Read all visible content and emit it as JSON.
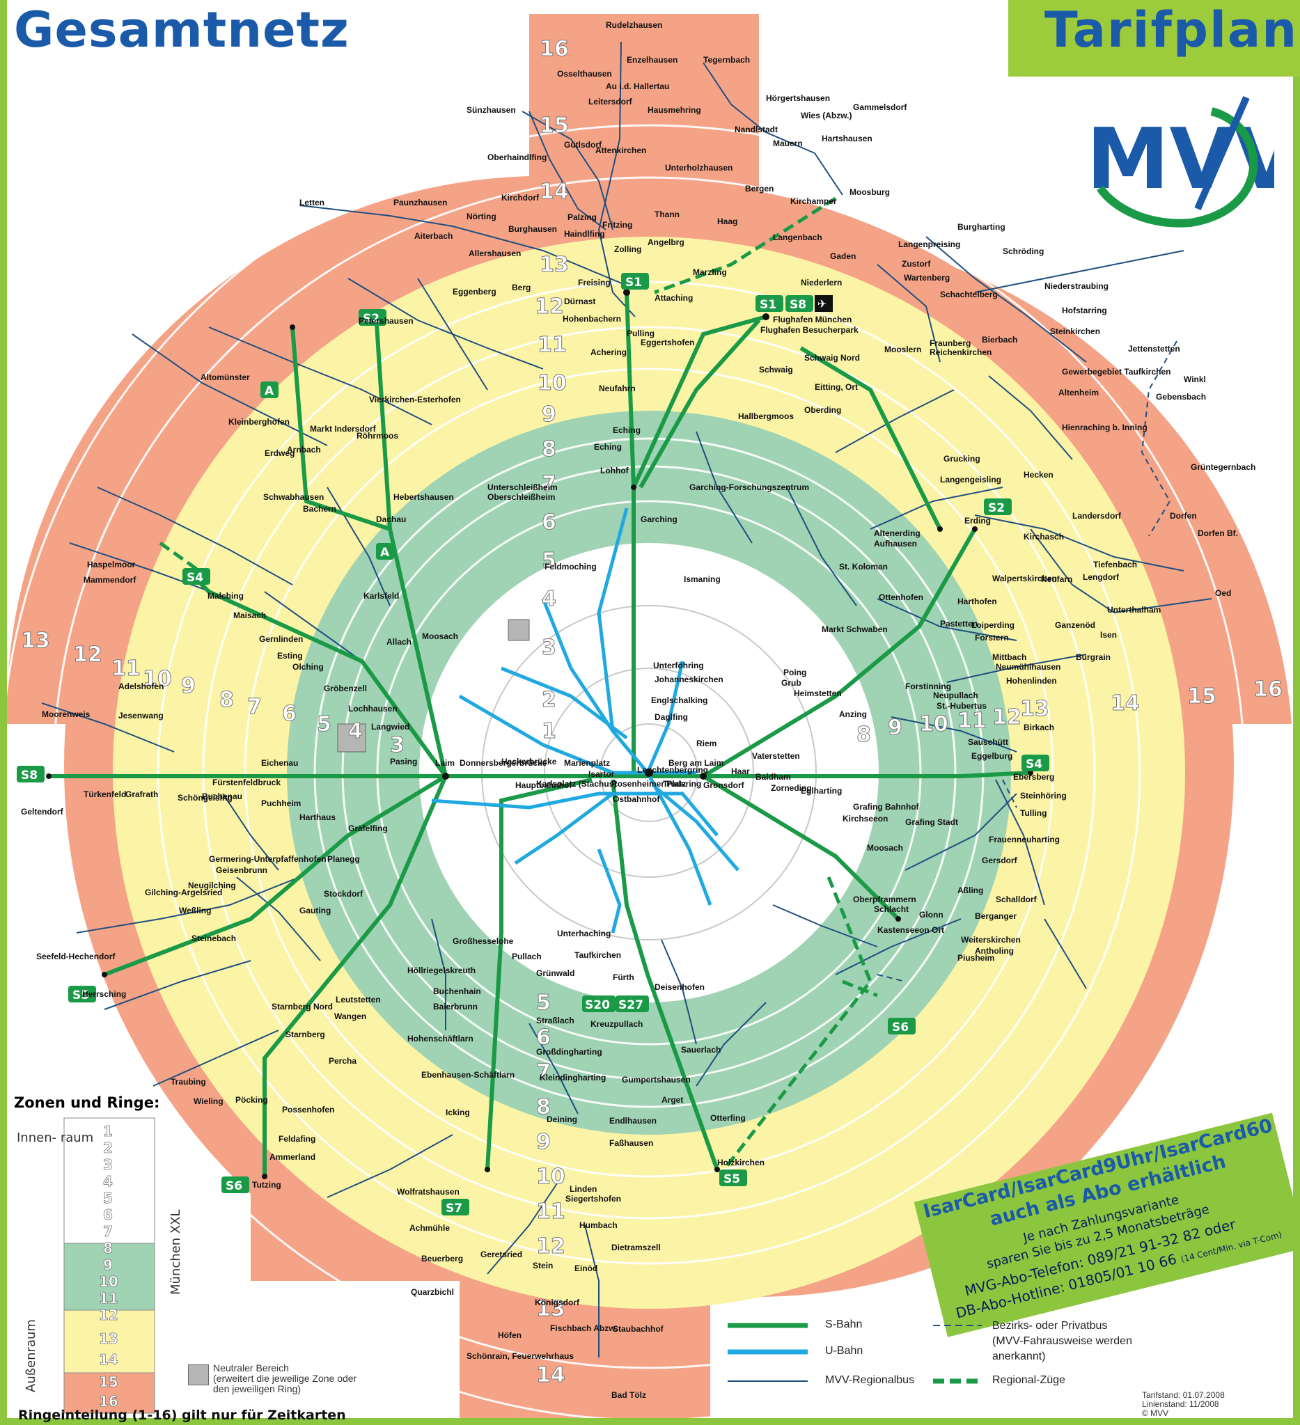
{
  "header": {
    "title_left": "Gesamtnetz",
    "title_right": "Tarifplan",
    "logo_text": "MVV"
  },
  "colors": {
    "ring_outer": "#f4a386",
    "ring_yellow": "#fbf4a6",
    "ring_green": "#9fd3b3",
    "ring_inner": "#ffffff",
    "sbahn": "#1a9a47",
    "ubahn": "#20a8e0",
    "bus": "#1f4f7f",
    "frame": "#8cc63f",
    "brand_blue": "#1a5aa8"
  },
  "zones": {
    "labels_east": [
      "13",
      "14",
      "15",
      "16"
    ],
    "labels_west": [
      "13",
      "12",
      "11",
      "10",
      "9",
      "8",
      "7",
      "6",
      "5",
      "4",
      "3"
    ],
    "labels_north": [
      "16",
      "15",
      "14",
      "13",
      "12",
      "11",
      "10",
      "9",
      "8",
      "7",
      "6",
      "5",
      "4",
      "3",
      "2",
      "1"
    ],
    "labels_east_inner": [
      "8",
      "9",
      "10",
      "11",
      "12"
    ],
    "labels_south": [
      "5",
      "6",
      "7",
      "8",
      "9",
      "10",
      "11",
      "12",
      "13",
      "14"
    ]
  },
  "line_tags": {
    "s1_north": "S1",
    "s1_airport": "S1",
    "s8_airport": "S8",
    "s2_north": "S2",
    "s2_erding": "S2",
    "s4_west": "S4",
    "s4_east": "S4",
    "s8_west": "S8",
    "s5_west": "S5",
    "s5_south": "S5",
    "s6_west": "S6",
    "s6_east": "S6",
    "s7": "S7",
    "s20": "S20",
    "s27": "S27",
    "a_north": "A",
    "a_west": "A"
  },
  "stations": {
    "north": [
      "Rudelzhausen",
      "Osselthausen",
      "Tegernbach",
      "Enzelhausen",
      "Au i.d. Hallertau",
      "Hörgertshausen",
      "Wies (Abzw.)",
      "Gammelsdorf",
      "Sünzhausen",
      "Leitersdorf",
      "Hausmehring",
      "Nandlstadt",
      "Hartshausen",
      "Mauern",
      "Gütlsdorf",
      "Attenkirchen",
      "Oberhaindlfing",
      "Unterholzhausen",
      "Bergen",
      "Moosburg",
      "Kirchamper",
      "Kirchdorf",
      "Thann",
      "Haag",
      "Palzing",
      "Fritzing",
      "Burghausen",
      "Haindlfing",
      "Zolling",
      "Angelbrg",
      "Langenbach",
      "Letten",
      "Paunzhausen",
      "Nörting",
      "Aiterbach",
      "Allershausen",
      "Freising",
      "Marzling",
      "Eggenberg",
      "Berg",
      "Dürnast",
      "Hohenbachern",
      "Attaching",
      "Flughafen München",
      "Flughafen Besucherpark",
      "Pulling",
      "Eggertshofen",
      "Achering",
      "Neufahrn",
      "Eching",
      "Hallbergmoos",
      "Gaden",
      "Niederlern",
      "Schwaig",
      "Schwaig Nord",
      "Eitting, Ort",
      "Oberding",
      "Zustorf",
      "Wartenberg",
      "Langenpreising",
      "Burgharting",
      "Schröding",
      "Schachtelberg",
      "Niederstraubing",
      "Hofstarring",
      "Fraunberg",
      "Reichenkirchen",
      "Steinkirchen",
      "Bierbach",
      "Mooslern",
      "Altenheim",
      "Jettenstetten",
      "Gewerbegebiet Taufkirchen",
      "Winkl",
      "Gebensbach",
      "Hienraching b. Inning",
      "Grucking",
      "Hecken",
      "Langengeisling",
      "Grüntegernbach"
    ],
    "east": [
      "Erding",
      "Altenerding",
      "Aufhausen",
      "St. Koloman",
      "Landersdorf",
      "Dorfen",
      "Dorfen Bf.",
      "Kirchasch",
      "Tiefenbach",
      "Lengdorf",
      "Walpertskirchen",
      "Neufarn",
      "Oed",
      "Harthofen",
      "Ottenhofen",
      "Markt Schwaben",
      "Pastetten",
      "Loiperding",
      "Forstern",
      "Unterthalham",
      "Ganzenöd",
      "Isen",
      "Mittbach",
      "Burgrain",
      "Neumühlhausen",
      "Hohenlinden",
      "Forstinning",
      "Poing",
      "Grub",
      "Heimstetten",
      "Anzing",
      "Neupullach",
      "St.-Hubertus",
      "Birkach",
      "Sauschütt",
      "Eggelburg",
      "Ebersberg",
      "Steinhöring",
      "Tulling",
      "Frauenneuharting",
      "Gersdorf",
      "Aßling",
      "Schalldorf",
      "Grafing Bahnhof",
      "Grafing Stadt",
      "Kirchseeon",
      "Eglharting",
      "Moosach",
      "Glonn",
      "Berganger",
      "Weiterskirchen",
      "Antholing",
      "Piusheim",
      "Schlacht",
      "Oberpframmern",
      "Kastenseeon Ort"
    ],
    "south": [
      "Holzkirchen",
      "Otterfing",
      "Sauerlach",
      "Arget",
      "Deisenhofen",
      "Fürth",
      "Taufkirchen",
      "Unterhaching",
      "Gumpertshausen",
      "Kreuzpullach",
      "Straßlach",
      "Großdingharting",
      "Kleindingharting",
      "Deining",
      "Endlhausen",
      "Faßhausen",
      "Linden",
      "Siegertshofen",
      "Humbach",
      "Dietramszell",
      "Einöd",
      "Stein",
      "Geretsried",
      "Königsdorf",
      "Staubachhof",
      "Fischbach Abzw.",
      "Höfen",
      "Schönrain, Feuerwehrhaus",
      "Bad Tölz",
      "Wolfratshausen",
      "Achmühle",
      "Beuerberg",
      "Quarzbichl",
      "Icking",
      "Ebenhausen-Schäftlarn",
      "Hohenschäftlarn",
      "Baierbrunn",
      "Buchenhain",
      "Höllriegelskreuth",
      "Pullach",
      "Großhesselohe",
      "Grünwald"
    ],
    "west": [
      "Tutzing",
      "Ammerland",
      "Feldafing",
      "Possenhofen",
      "Pöcking",
      "Wieling",
      "Traubing",
      "Starnberg",
      "Starnberg Nord",
      "Percha",
      "Wangen",
      "Leutstetten",
      "Gauting",
      "Stockdorf",
      "Planegg",
      "Gräfelfing",
      "Herrsching",
      "Seefeld-Hechendorf",
      "Weßling",
      "Steinebach",
      "Gilching-Argelsried",
      "Neugilching",
      "Geisenbrunn",
      "Germering-Unterpfaffenhofen",
      "Harthaus",
      "Puchheim",
      "Eichenau",
      "Fürstenfeldbruck",
      "Buchenau",
      "Schöngeising",
      "Grafrath",
      "Türkenfeld",
      "Geltendorf",
      "Moorenweis",
      "Jesenwang",
      "Adelshofen",
      "Mammendorf",
      "Haspelmoor",
      "Malching",
      "Maisach",
      "Gernlinden",
      "Esting",
      "Olching",
      "Gröbenzell",
      "Lochhausen",
      "Langwied",
      "Dachau",
      "Bachern",
      "Schwabhausen",
      "Erdweg",
      "Arnbach",
      "Röhrmoos",
      "Petershausen",
      "Altomünster",
      "Kleinberghofen",
      "Markt Indersdorf",
      "Vierkirchen-Esterhofen",
      "Hebertshausen",
      "Karlsfeld",
      "Allach",
      "Moosach",
      "Feldmoching",
      "Unterschleißheim",
      "Oberschleißheim",
      "Lohhof",
      "Eching",
      "Garching",
      "Garching-Forschungszentrum",
      "Ismaning",
      "Unterföhring",
      "Johanneskirchen",
      "Englschalking",
      "Daglfing",
      "Riem",
      "Trudering",
      "Gronsdorf",
      "Haar",
      "Vaterstetten",
      "Baldham",
      "Zorneding",
      "Pasing",
      "Laim",
      "Donnersbergerbrücke",
      "Hackerbrücke",
      "Hauptbahnhof",
      "Karlsplatz (Stachus)",
      "Marienplatz",
      "Isartor",
      "Rosenheimer Platz",
      "Ostbahnhof",
      "Leuchtenbergring",
      "Berg am Laim"
    ]
  },
  "legend": {
    "zones_title": "Zonen und Ringe:",
    "innenraum": "Innen-\nraum",
    "aussenraum": "Außenraum",
    "muenchen_xxl": "München XXL",
    "rings": [
      "1",
      "2",
      "3",
      "4",
      "5",
      "6",
      "7",
      "8",
      "9",
      "10",
      "11",
      "12",
      "13",
      "14",
      "15",
      "16"
    ],
    "neutral_title": "Neutraler Bereich",
    "neutral_desc": "(erweitert die jeweilige Zone oder den jeweiligen Ring)",
    "ring_note": "Ringeinteilung (1-16) gilt nur für Zeitkarten",
    "sbahn": "S-Bahn",
    "ubahn": "U-Bahn",
    "regionalbus": "MVV-Regionalbus",
    "privatbus": "Bezirks- oder Privatbus (MVV-Fahrausweise werden anerkannt)",
    "regionalzuege": "Regional-Züge"
  },
  "promo": {
    "line1": "IsarCard/IsarCard9Uhr/IsarCard60",
    "line2": "auch als Abo erhältlich",
    "line3": "Je nach Zahlungsvariante",
    "line4": "sparen Sie bis zu 2,5 Monatsbeträge",
    "line5": "MVG-Abo-Telefon: 089/21 91-32 82 oder",
    "line6": "DB-Abo-Hotline: 01805/01 10 66",
    "line6_small": "(14 Cent/Min. via T-Com)"
  },
  "stand": {
    "tarif": "Tarifstand: 01.07.2008",
    "linien": "Linienstand: 11/2008",
    "copy": "© MVV"
  }
}
